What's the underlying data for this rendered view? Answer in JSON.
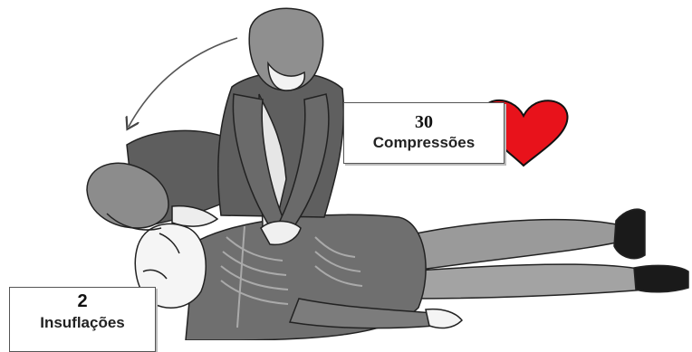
{
  "compressions": {
    "count": "30",
    "label": "Compressões"
  },
  "ventilations": {
    "count": "2",
    "label": "Insuflações"
  },
  "colors": {
    "heart": "#e8121b",
    "ink": "#222222",
    "shirt": "#6f6f6f",
    "pants": "#9a9a9a"
  },
  "icons": [
    "heart-icon",
    "curved-arrow-icon"
  ]
}
